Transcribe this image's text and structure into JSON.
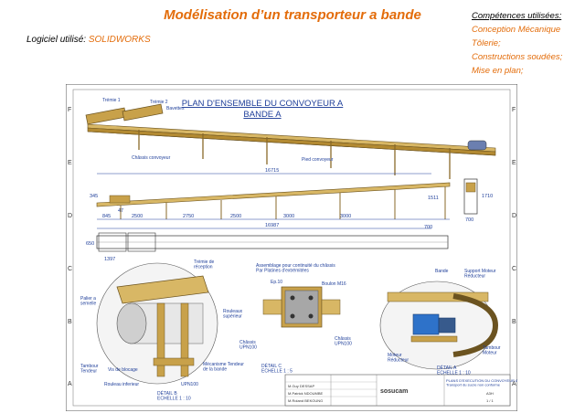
{
  "header": {
    "title": "Modélisation d’un transporteur a bande",
    "software_label": "Logiciel utilisé:",
    "software_value": "SOLIDWORKS"
  },
  "skills": {
    "heading": "Compétences utilisées:",
    "items": [
      "Conception Mécanique",
      "Tôlerie;",
      "Constructions soudées;",
      "Mise en plan;"
    ]
  },
  "drawing": {
    "title_line1": "PLAN D'ENSEMBLE DU CONVOYEUR A",
    "title_line2": "BANDE A",
    "row_letters": [
      "F",
      "E",
      "D",
      "C",
      "B",
      "A"
    ],
    "labels": {
      "tremie1": "Trémie 1",
      "tremie2": "Trémie 2",
      "bavettes": "Bavettes",
      "chassis_convoyeur": "Châssis convoyeur",
      "pied_convoyeur": "Pied convoyeur",
      "tremie_reception": "Trémie de\nréception",
      "palier_semelle": "Palier a\nsemelle",
      "rouleaux_superieur": "Rouleaux\nsupérieur",
      "tambour_tendeur": "Tambour\nTendeur",
      "vis_blocage": "Vis de blocage",
      "mecanisme_tendeur": "Mécanisme Tendeur\nde la bande",
      "rouleau_inferieur": "Rouleau inferieur",
      "upn100_a": "UPN100",
      "detail_b": "DÉTAIL B\nECHELLE 1 : 10",
      "assemblage": "Assemblage pour continuité du châssis\nPar Platines d'extrémitées",
      "ep10": "Ep.10",
      "boulon": "Boulon M16",
      "chassis_upn_left": "Châssis\nUPN100",
      "chassis_upn_right": "Châssis\nUPN100",
      "detail_c": "DÉTAIL C\nECHELLE 1 : 5",
      "bande": "Bande",
      "support_moteur": "Support Moteur\nRéducteur",
      "moteur_reducteur": "Moteur\nRéducteur",
      "tambour_moteur": "Tambour\nMoteur",
      "detail_a": "DÉTAIL A\nECHELLE 1 : 10"
    },
    "dimensions": {
      "overall_top": "16715",
      "overall_bottom": "16987",
      "segments": [
        "2500",
        "2750",
        "2500",
        "3000",
        "3000"
      ],
      "left_845": "845",
      "left_47": "47",
      "h_345": "345",
      "h_1511": "1511",
      "h_1710": "1710",
      "w_700": "700",
      "w_700b": "700",
      "h_650": "650",
      "w_1397": "1397"
    },
    "title_block": {
      "authors": [
        "M.Guy DESSAP",
        "M.Patrick NDOUMBE",
        "M.Roland BEKOUNG"
      ],
      "company": "sosucam",
      "plan_title": "PLANS D'EXECUTION DU CONVOYEUR A BANDE A\nTransport du sucre non conforme",
      "format": "A3H",
      "sheet": "1 / 1"
    }
  },
  "colors": {
    "accent_orange": "#e36c0a",
    "steel_yellow": "#c8a14a",
    "drawing_blue": "#1f3f9a"
  }
}
